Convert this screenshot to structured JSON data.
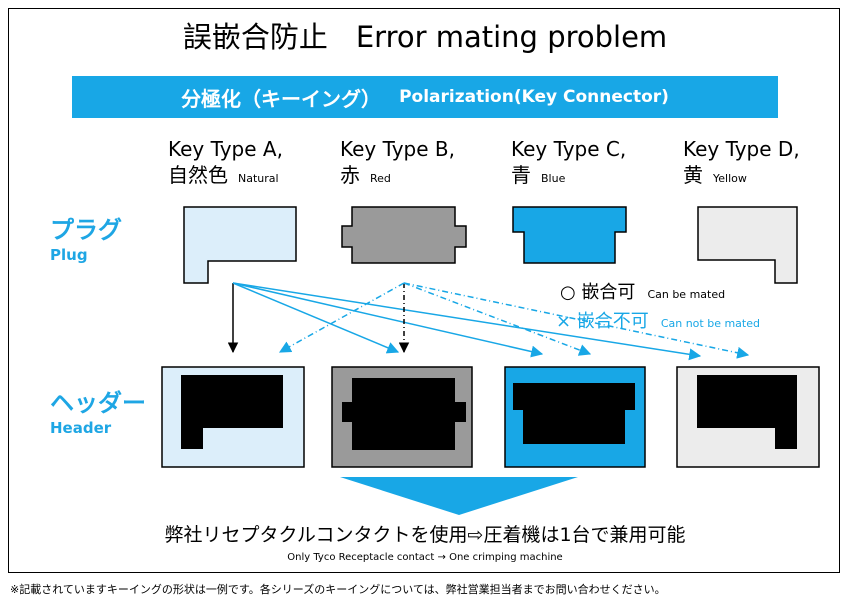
{
  "title": {
    "jp": "誤嵌合防止",
    "en": "Error mating problem"
  },
  "banner": {
    "jp": "分極化（キーイング）",
    "en": "Polarization(Key Connector)"
  },
  "keys": [
    {
      "name": "Key Type A,",
      "color_jp": "自然色",
      "color_en": "Natural",
      "fill": "#dceefa"
    },
    {
      "name": "Key Type B,",
      "color_jp": "赤",
      "color_en": "Red",
      "fill": "#9a9a9a"
    },
    {
      "name": "Key Type C,",
      "color_jp": "青",
      "color_en": "Blue",
      "fill": "#18a7e6"
    },
    {
      "name": "Key Type D,",
      "color_jp": "黄",
      "color_en": "Yellow",
      "fill": "#ececec"
    }
  ],
  "plug_label": {
    "jp": "プラグ",
    "en": "Plug"
  },
  "header_label": {
    "jp": "ヘッダー",
    "en": "Header"
  },
  "legend": {
    "mated_jp": "○ 嵌合可",
    "mated_en": "Can be mated",
    "not_mated_jp": "× 嵌合不可",
    "not_mated_en": "Can not be mated"
  },
  "bottom": {
    "jp": "弊社リセプタクルコンタクトを使用⇨圧着機は1台で兼用可能",
    "en": "Only Tyco Receptacle contact → One crimping machine"
  },
  "footnote": "※記載されていますキーイングの形状は一例です。各シリーズのキーイングについては、弊社営業担当者までお問い合わせください。",
  "colors": {
    "accent": "#18a7e6",
    "dark": "#000000"
  }
}
